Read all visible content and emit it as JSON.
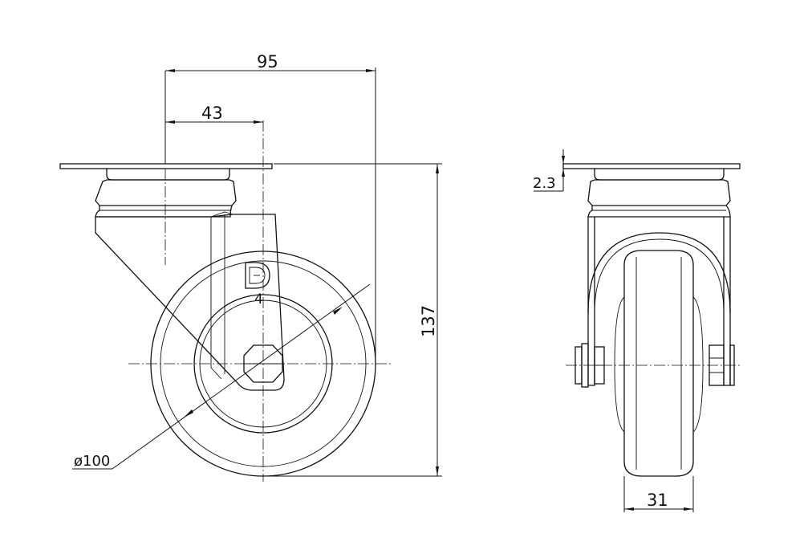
{
  "dimensions": {
    "overall_width": "95",
    "center_offset": "43",
    "overall_height": "137",
    "wheel_diameter": "ø100",
    "plate_thickness": "2.3",
    "wheel_width": "31"
  },
  "logo": {
    "letter": "D",
    "number": "4"
  }
}
